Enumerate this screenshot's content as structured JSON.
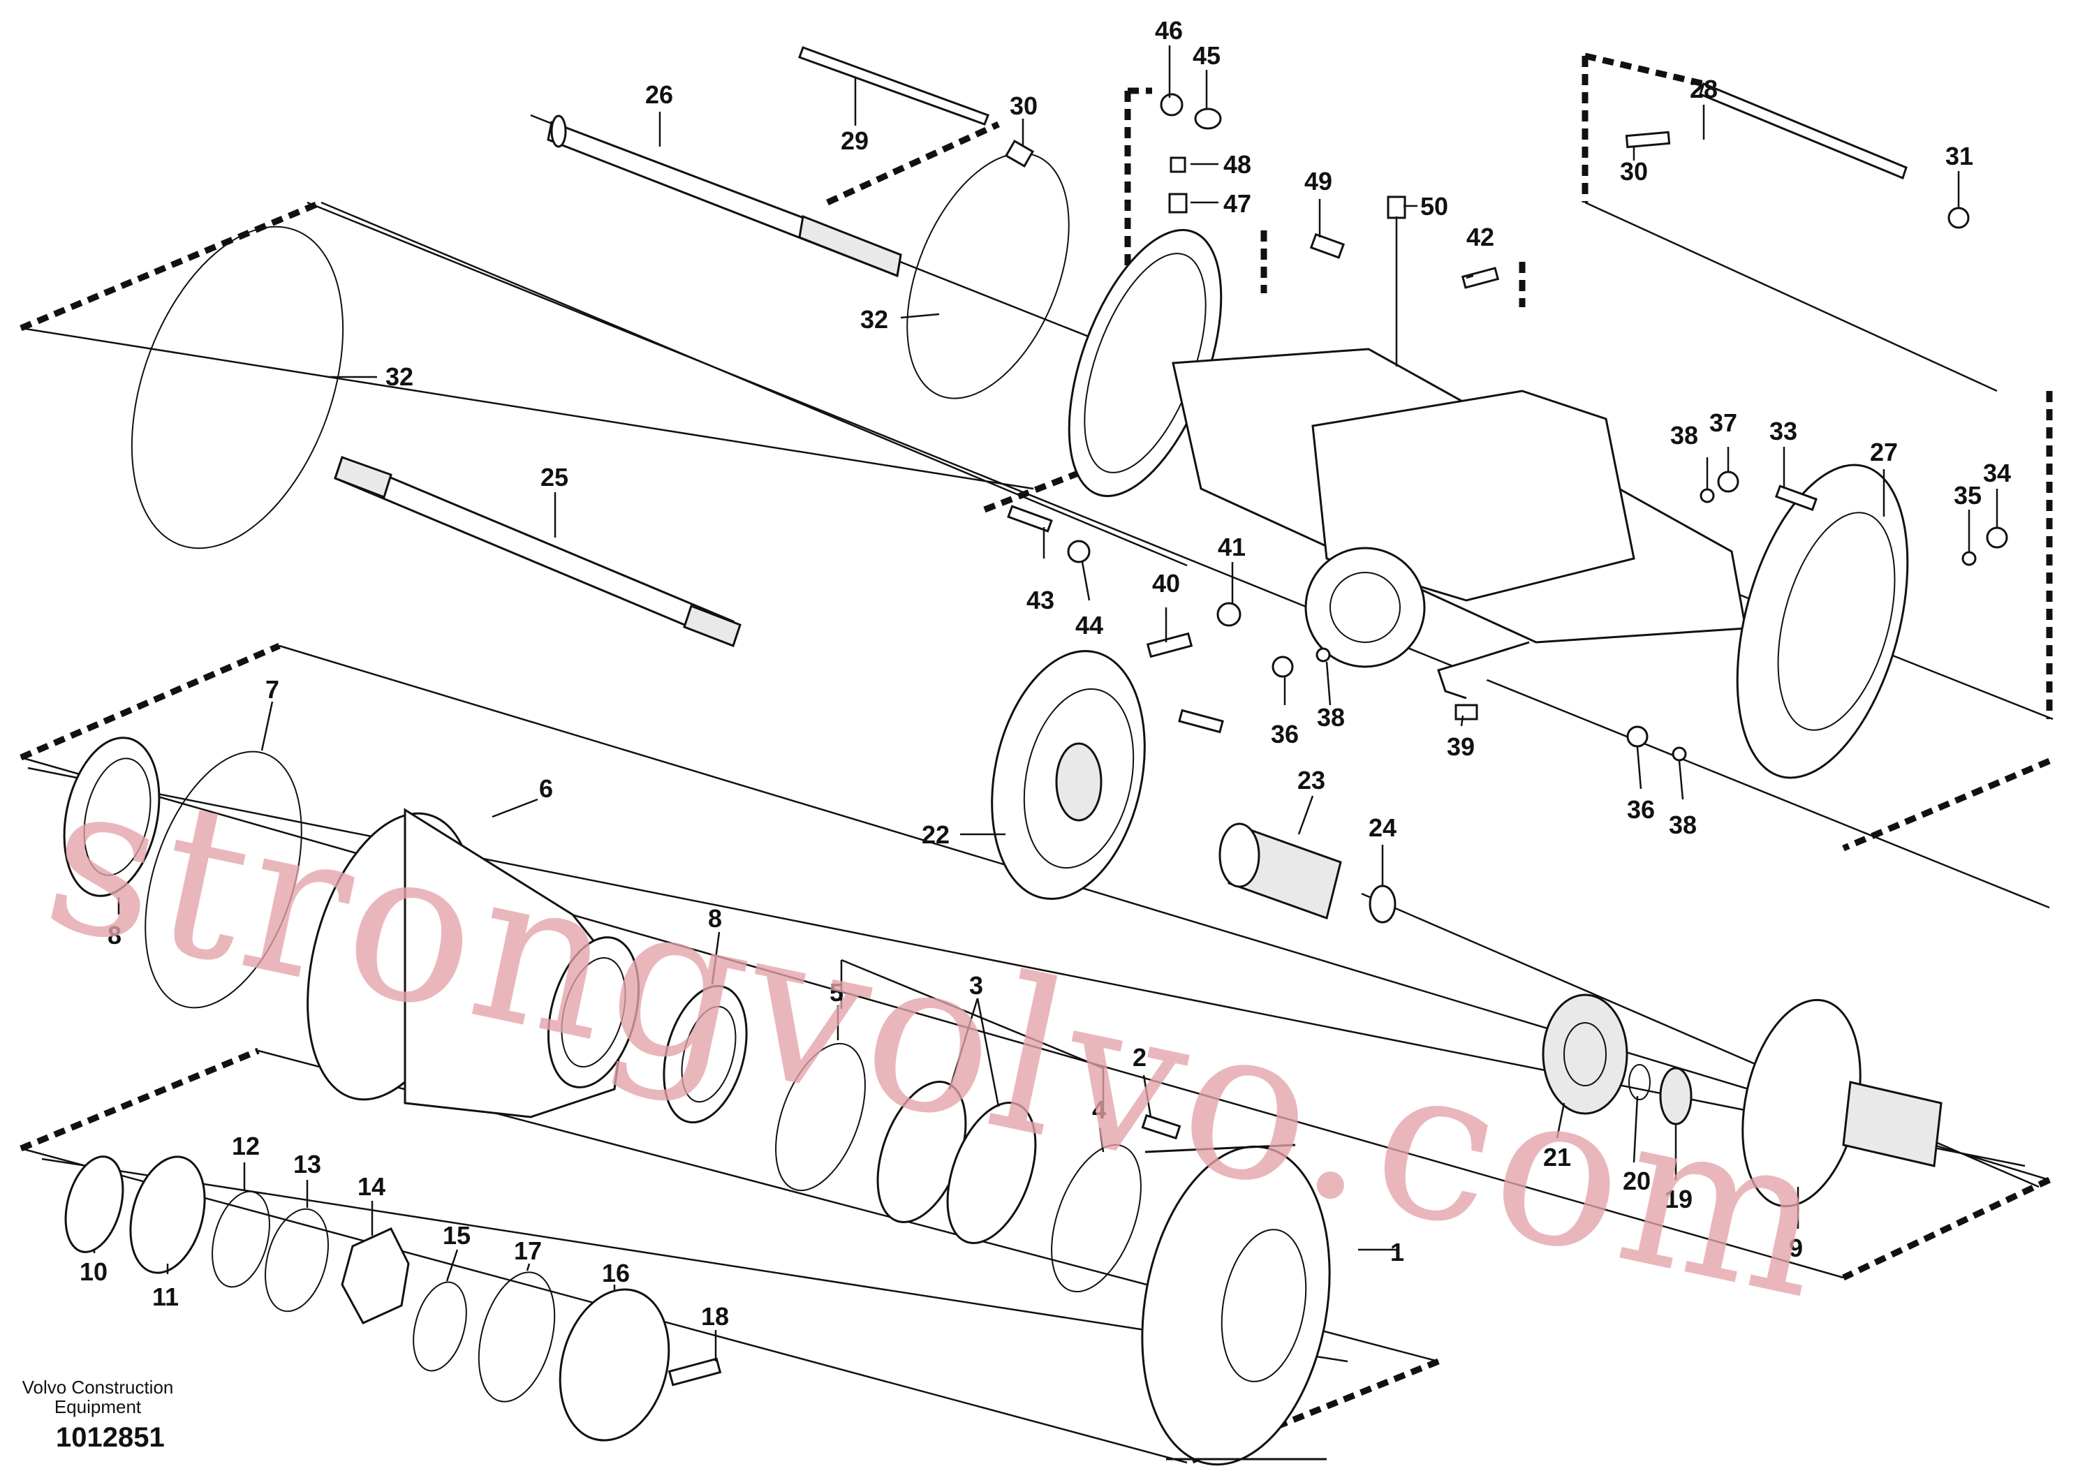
{
  "footer": {
    "company_line1": "Volvo Construction",
    "company_line2": "Equipment",
    "document_number": "1012851"
  },
  "watermark": "strongvolvo.com",
  "callouts": {
    "c1": "1",
    "c2": "2",
    "c3": "3",
    "c4": "4",
    "c5": "5",
    "c6": "6",
    "c7": "7",
    "c8a": "8",
    "c8b": "8",
    "c9": "9",
    "c10": "10",
    "c11": "11",
    "c12": "12",
    "c13": "13",
    "c14": "14",
    "c15": "15",
    "c16": "16",
    "c17": "17",
    "c18": "18",
    "c19": "19",
    "c20": "20",
    "c21": "21",
    "c22": "22",
    "c23": "23",
    "c24": "24",
    "c25": "25",
    "c26": "26",
    "c27": "27",
    "c28": "28",
    "c29": "29",
    "c30a": "30",
    "c30b": "30",
    "c31": "31",
    "c32a": "32",
    "c32b": "32",
    "c33": "33",
    "c34": "34",
    "c35": "35",
    "c36a": "36",
    "c36b": "36",
    "c37": "37",
    "c38a": "38",
    "c38b": "38",
    "c38c": "38",
    "c39": "39",
    "c40": "40",
    "c41": "41",
    "c42": "42",
    "c43": "43",
    "c44": "44",
    "c45": "45",
    "c46": "46",
    "c47": "47",
    "c48": "48",
    "c49": "49",
    "c50": "50"
  },
  "colors": {
    "line": "#111111",
    "watermark": "#e3a3a8",
    "background": "#ffffff"
  }
}
